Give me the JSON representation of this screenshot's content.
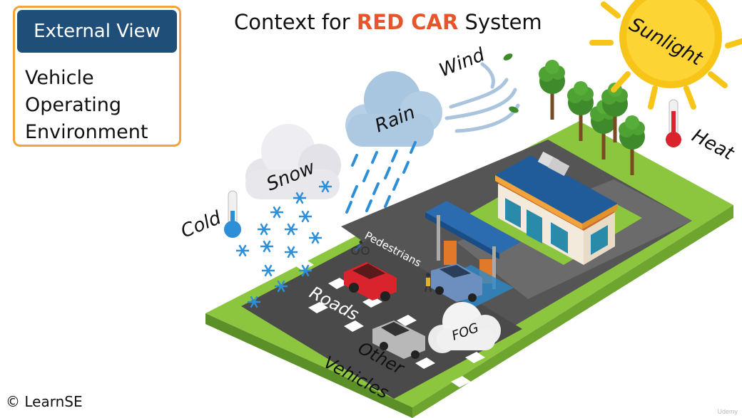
{
  "callout": {
    "header": "External View",
    "lines": [
      "Vehicle",
      "Operating",
      "Environment"
    ]
  },
  "title": {
    "prefix": "Context for ",
    "highlight": "RED CAR",
    "suffix": " System",
    "highlight_color": "#e8552a"
  },
  "labels": {
    "sunlight": "Sunlight",
    "heat": "Heat",
    "wind": "Wind",
    "rain": "Rain",
    "snow": "Snow",
    "cold": "Cold",
    "pedestrians": "Pedestrians",
    "roads": "Roads",
    "fog": "FOG",
    "other_vehicles_1": "Other",
    "other_vehicles_2": "Vehicles"
  },
  "footer": {
    "copyright": "© LearnSE",
    "watermark": "Udemy"
  },
  "colors": {
    "header_bg": "#1f4e79",
    "callout_border": "#f2a33c",
    "grass": "#8cc63f",
    "road": "#4a4a4a",
    "red_car": "#d9232d",
    "snowflake": "#2c8fd8",
    "sun": "#f7c518"
  },
  "icons": [
    "sun-icon",
    "thermometer-hot-icon",
    "thermometer-cold-icon",
    "wind-icon",
    "rain-cloud-icon",
    "snow-cloud-icon",
    "tree-icon",
    "gas-station-icon",
    "car-icon",
    "fog-cloud-icon",
    "cyclist-icon",
    "pedestrian-icon"
  ]
}
